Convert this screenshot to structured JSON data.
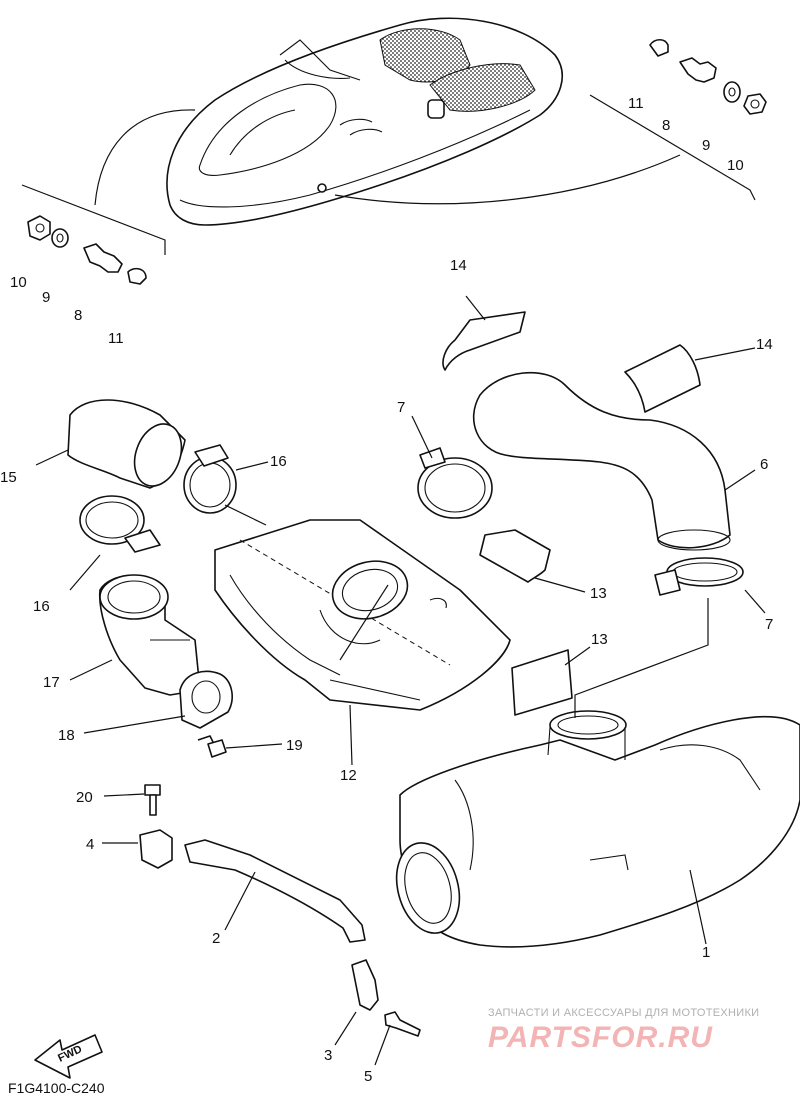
{
  "diagram": {
    "code": "F1G4100-C240",
    "fwd_label": "FWD",
    "watermark": {
      "top_line": "ЗАПЧАСТИ И АКСЕССУАРЫ ДЛЯ МОТОТЕХНИКИ",
      "logo": "PARTSFOR.RU"
    },
    "callouts": {
      "c1": "1",
      "c2": "2",
      "c3": "3",
      "c4": "4",
      "c5": "5",
      "c6": "6",
      "c7a": "7",
      "c7b": "7",
      "c8a": "8",
      "c8b": "8",
      "c9a": "9",
      "c9b": "9",
      "c10a": "10",
      "c10b": "10",
      "c11a": "11",
      "c11b": "11",
      "c12": "12",
      "c13a": "13",
      "c13b": "13",
      "c14a": "14",
      "c14b": "14",
      "c15": "15",
      "c16a": "16",
      "c16b": "16",
      "c17": "17",
      "c18": "18",
      "c19": "19",
      "c20": "20"
    }
  }
}
